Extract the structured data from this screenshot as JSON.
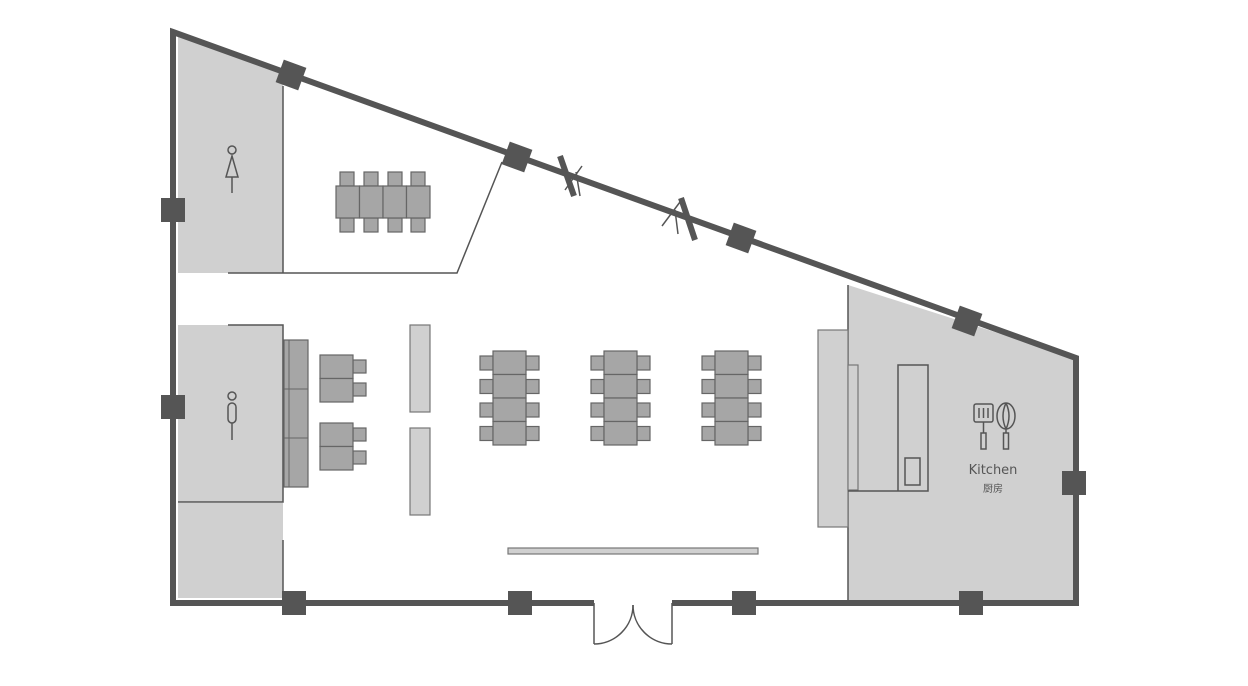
{
  "kitchen": {
    "label_en": "Kitchen",
    "label_zh": "厨房"
  },
  "rooms": [
    "womens-restroom",
    "mens-restroom",
    "kitchen",
    "dining-hall",
    "private-dining"
  ],
  "colors": {
    "wall": "#555555",
    "room_fill": "#d0d0d0",
    "furniture": "#a6a6a6"
  }
}
